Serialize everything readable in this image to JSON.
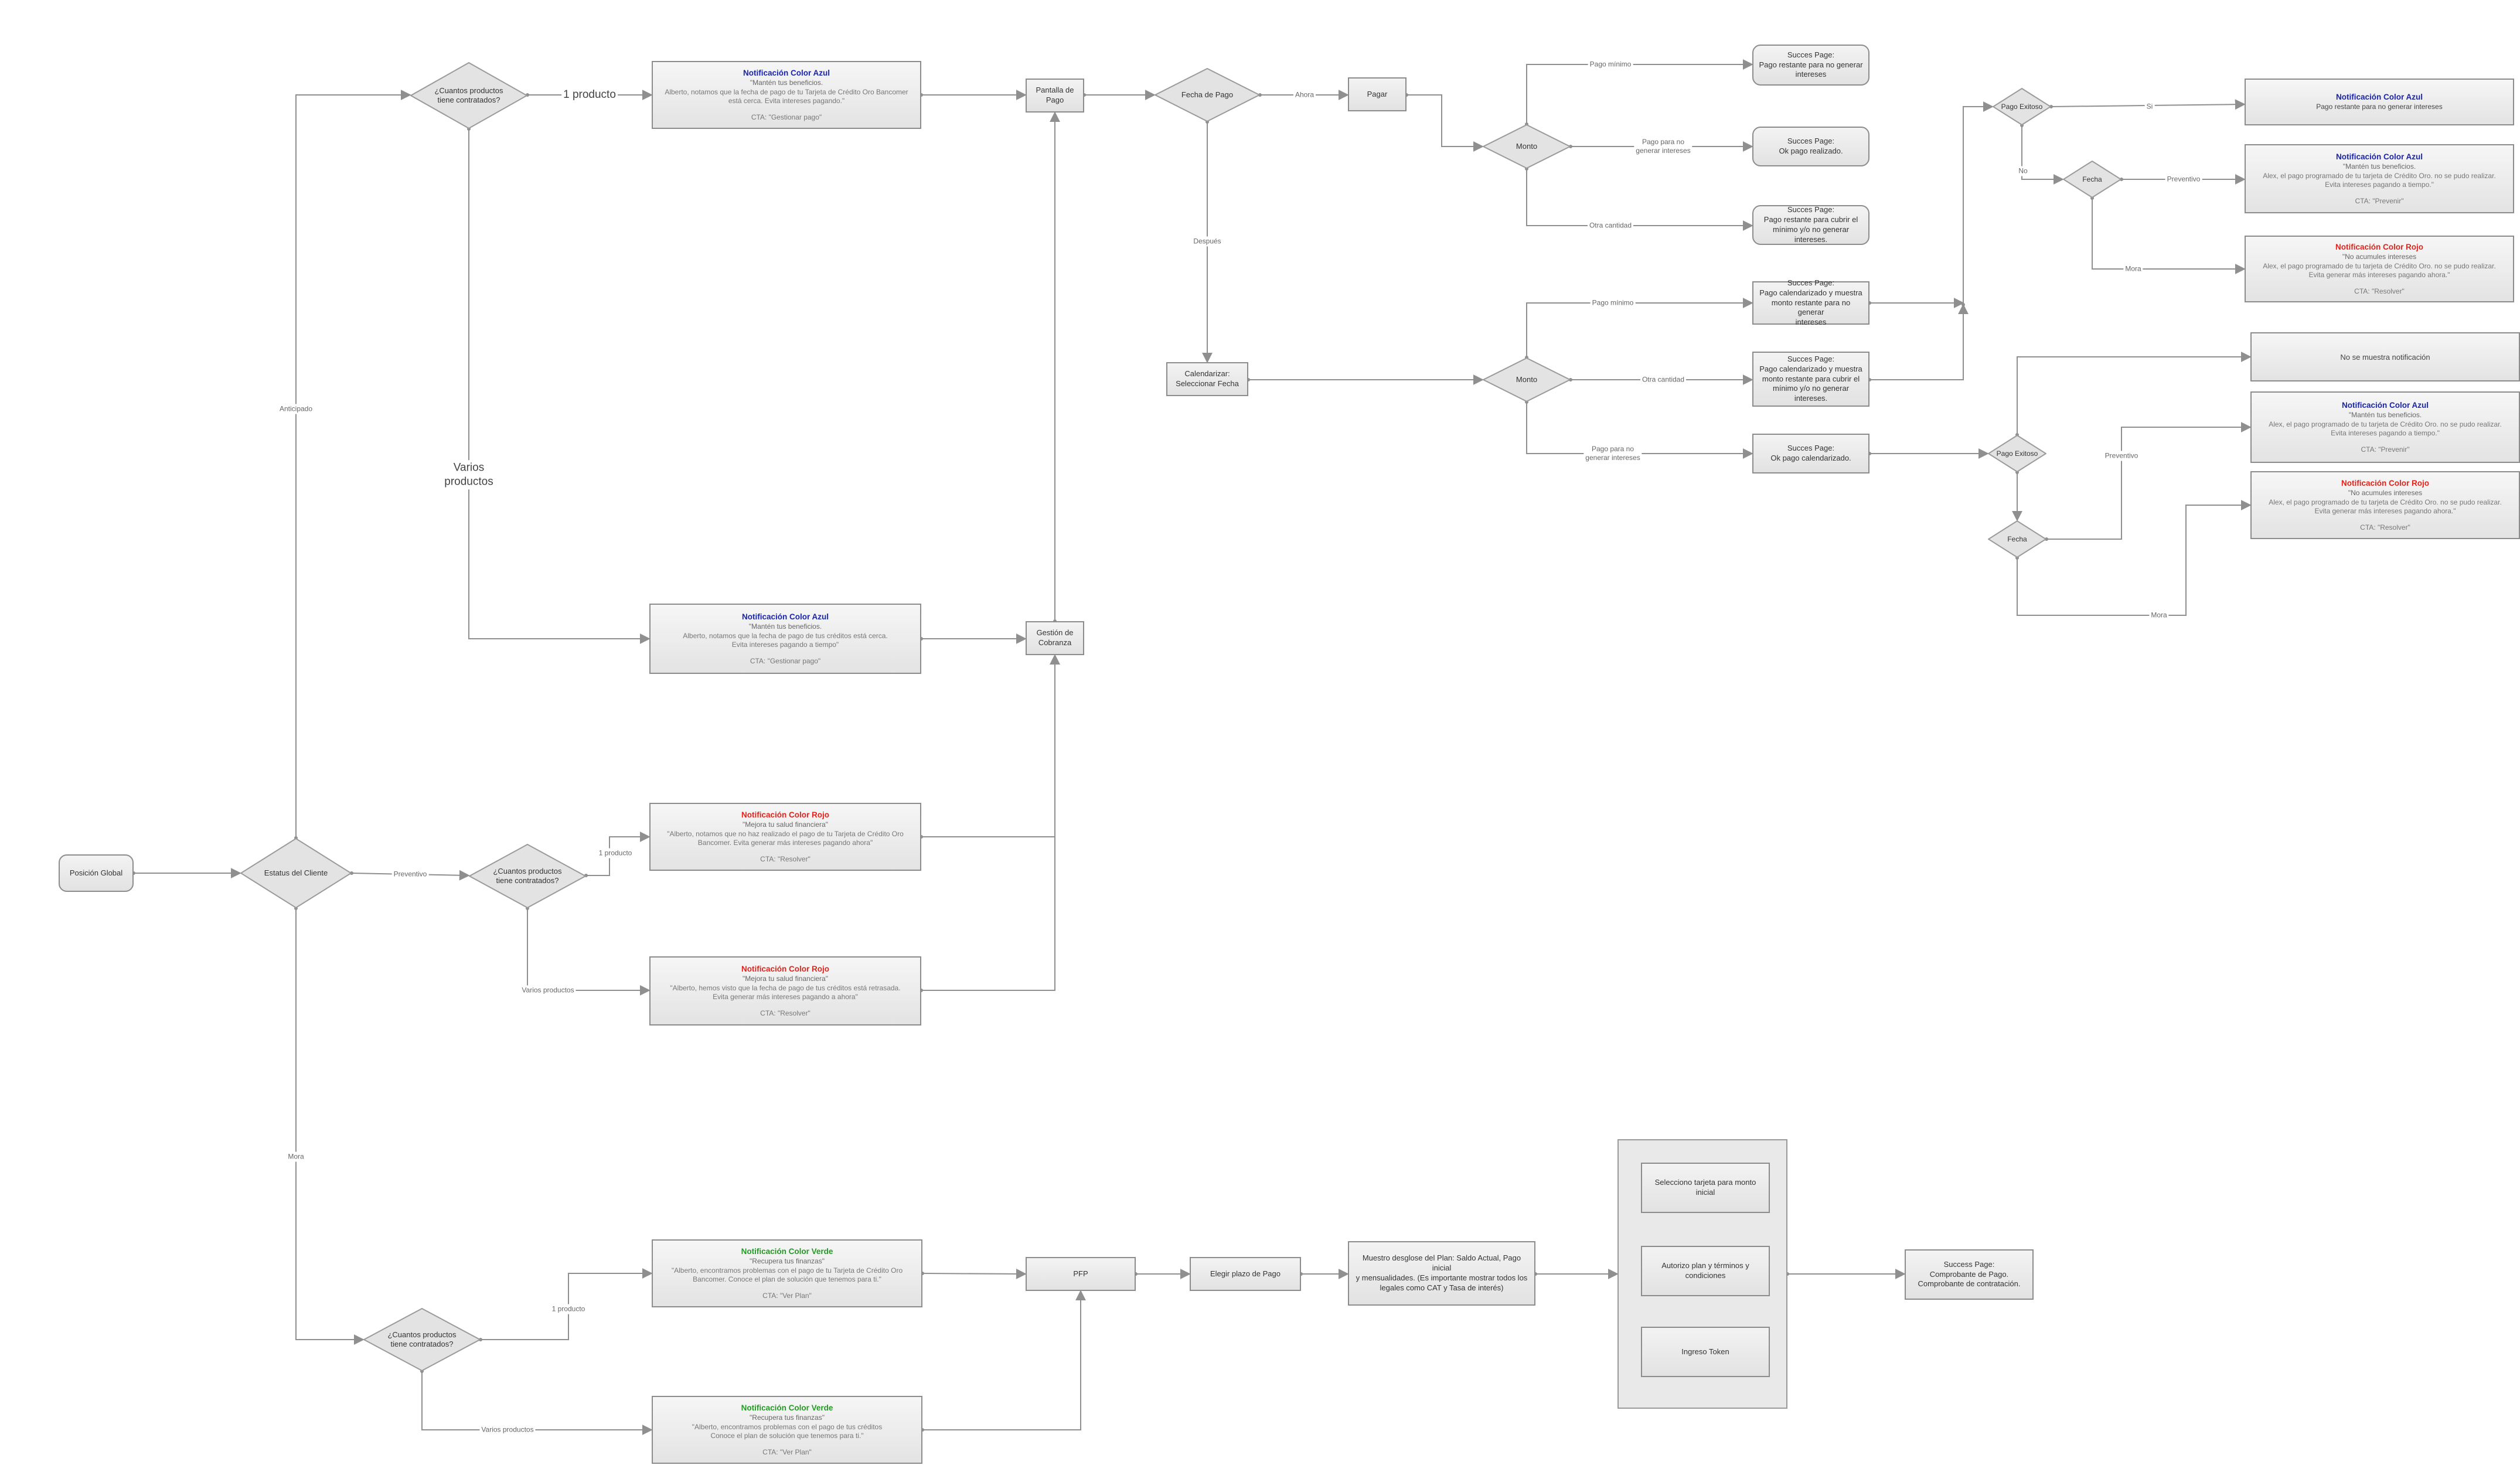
{
  "nodes": {
    "posicion_global": "Posición Global",
    "estatus": "Estatus del Cliente",
    "q_anticipado": "¿Cuantos productos\ntiene contratados?",
    "q_preventivo": "¿Cuantos productos\ntiene contratados?",
    "q_mora": "¿Cuantos productos\ntiene contratados?",
    "pantalla_pago": "Pantalla de\nPago",
    "gestion_cobranza": "Gestión de\nCobranza",
    "fecha_pago": "Fecha de Pago",
    "pagar": "Pagar",
    "calendarizar": "Calendarizar:\nSeleccionar Fecha",
    "monto1": "Monto",
    "monto2": "Monto",
    "s_pm1": "Succes Page:\nPago restante para no generar\nintereses",
    "s_ok1": "Succes Page:\nOk pago realizado.",
    "s_oc1": "Succes Page:\nPago restante para cubrir el\nmínimo y/o no generar intereses.",
    "s_pm2": "Succes Page:\nPago calendarizado y muestra\nmonto restante para no generar\nintereses",
    "s_oc2": "Succes Page:\nPago calendarizado y muestra\nmonto restante para cubrir el\nmínimo y/o no generar intereses.",
    "s_ok2": "Succes Page:\nOk pago calendarizado.",
    "pago_exitoso1": "Pago Exitoso",
    "pago_exitoso2": "Pago Exitoso",
    "fecha1": "Fecha",
    "fecha2": "Fecha",
    "no_notif": "No se muestra notificación",
    "pfp": "PFP",
    "elegir_plazo": "Elegir plazo de Pago",
    "muestro_desglose": "Muestro desglose del Plan: Saldo Actual, Pago inicial\ny mensualidades. (Es importante mostrar todos los\nlegales como CAT y Tasa de interés)",
    "selecciono_tarjeta": "Selecciono tarjeta para monto inicial",
    "autorizo_plan": "Autorizo plan y términos y\ncondiciones",
    "ingreso_token": "Ingreso Token",
    "success_comprobante": "Success Page:\nComprobante de Pago.\nComprobante de contratación."
  },
  "notifications": {
    "n_ant1": {
      "title": "Notificación Color Azul",
      "color": "#1a25a8",
      "subtitle": "\"Mantén tus beneficios.",
      "body": "Alberto, notamos que la fecha de pago de tu Tarjeta de Crédito Oro Bancomer\nestá cerca. Evita intereses pagando.\"",
      "cta": "CTA: \"Gestionar pago\""
    },
    "n_ant2": {
      "title": "Notificación Color Azul",
      "color": "#1a25a8",
      "subtitle": "\"Mantén tus beneficios.",
      "body": "Alberto, notamos que la fecha de pago de tus créditos está cerca.\nEvita intereses pagando a tiempo\"",
      "cta": "CTA: \"Gestionar pago\""
    },
    "n_prev1": {
      "title": "Notificación Color Rojo",
      "color": "#e0231b",
      "subtitle": "\"Mejora tu salud financiera\"",
      "body": "\"Alberto, notamos que no haz realizado el pago de tu Tarjeta de Crédito Oro\nBancomer.  Evita generar más intereses pagando ahora\"",
      "cta": "CTA: \"Resolver\""
    },
    "n_prev2": {
      "title": "Notificación Color Rojo",
      "color": "#e0231b",
      "subtitle": "\"Mejora tu salud financiera\"",
      "body": "\"Alberto, hemos visto que la fecha de pago de tus créditos está retrasada.\nEvita generar más intereses pagando a ahora\"",
      "cta": "CTA: \"Resolver\""
    },
    "n_mora1": {
      "title": "Notificación Color Verde",
      "color": "#239a23",
      "subtitle": "\"Recupera tus finanzas\"",
      "body": "\"Alberto, encontramos problemas con el pago de tu Tarjeta de Crédito Oro\nBancomer.  Conoce el plan de solución que tenemos para ti.\"",
      "cta": "CTA: \"Ver Plan\""
    },
    "n_mora2": {
      "title": "Notificación Color Verde",
      "color": "#239a23",
      "subtitle": "\"Recupera tus finanzas\"",
      "body": "\"Alberto, encontramos problemas con el pago de tus créditos\nConoce el plan de solución que tenemos para ti.\"",
      "cta": "CTA: \"Ver Plan\""
    },
    "n_r1": {
      "title": "Notificación Color Azul",
      "color": "#1a25a8",
      "subtitle": "",
      "body": "Pago restante para no generar intereses",
      "cta": ""
    },
    "n_r2": {
      "title": "Notificación Color Azul",
      "color": "#1a25a8",
      "subtitle": "\"Mantén tus beneficios.",
      "body": "Alex, el pago programado de tu tarjeta de Crédito Oro. no se pudo realizar.\nEvita intereses pagando a tiempo.\"",
      "cta": "CTA: \"Prevenir\""
    },
    "n_r3": {
      "title": "Notificación Color Rojo",
      "color": "#e0231b",
      "subtitle": "\"No acumules intereses",
      "body": "Alex, el pago programado de tu tarjeta de Crédito Oro. no se pudo realizar.\nEvita generar más intereses pagando ahora.\"",
      "cta": "CTA: \"Resolver\""
    },
    "n_r4": {
      "title": "Notificación Color Azul",
      "color": "#1a25a8",
      "subtitle": "\"Mantén tus beneficios.",
      "body": "Alex, el pago programado de tu tarjeta de Crédito Oro. no se pudo realizar.\nEvita intereses pagando a tiempo.\"",
      "cta": "CTA: \"Prevenir\""
    },
    "n_r5": {
      "title": "Notificación Color Rojo",
      "color": "#e0231b",
      "subtitle": "\"No acumules intereses",
      "body": "Alex, el pago programado de tu tarjeta de Crédito Oro. no se pudo realizar.\nEvita generar más intereses pagando ahora.\"",
      "cta": "CTA: \"Resolver\""
    }
  },
  "edge_labels": {
    "anticipado": "Anticipado",
    "preventivo": "Preventivo",
    "mora": "Mora",
    "un_producto_big": "1 producto",
    "varios_big": "Varios\nproductos",
    "un_producto": "1 producto",
    "varios_productos": "Varios productos",
    "un_producto_mora": "1 producto",
    "varios_productos_mora": "Varios productos",
    "ahora": "Ahora",
    "despues": "Después",
    "pm1": "Pago mínimo",
    "pni1": "Pago para no\ngenerar intereses",
    "oc1": "Otra cantidad",
    "pm2": "Pago mínimo",
    "oc2": "Otra cantidad",
    "pni2": "Pago para no\ngenerar intereses",
    "si": "Si",
    "no": "No",
    "preventivo_r1": "Preventivo",
    "mora_r1": "Mora",
    "preventivo_r2": "Preventivo",
    "mora_r2": "Mora"
  }
}
